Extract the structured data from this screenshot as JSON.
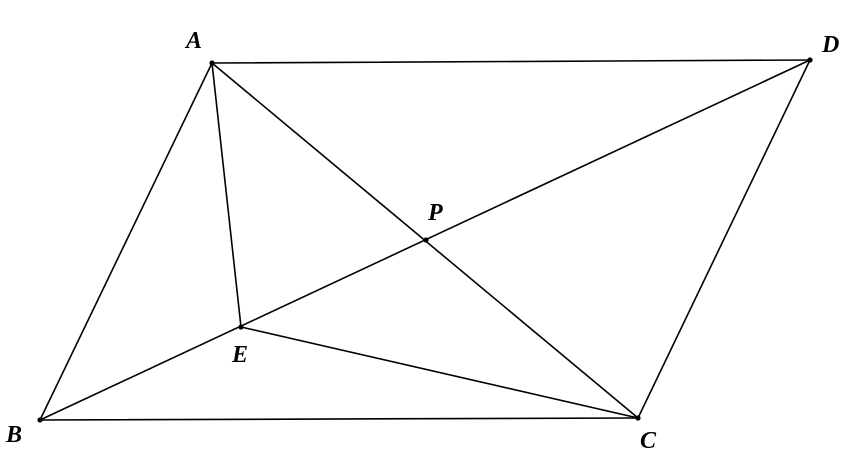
{
  "points": [
    {
      "id": "A",
      "label": "A"
    },
    {
      "id": "B",
      "label": "B"
    },
    {
      "id": "C",
      "label": "C"
    },
    {
      "id": "D",
      "label": "D"
    },
    {
      "id": "P",
      "label": "P"
    },
    {
      "id": "E",
      "label": "E"
    }
  ],
  "segments": [
    [
      "A",
      "D"
    ],
    [
      "A",
      "B"
    ],
    [
      "B",
      "C"
    ],
    [
      "C",
      "D"
    ],
    [
      "A",
      "C"
    ],
    [
      "B",
      "D"
    ],
    [
      "A",
      "E"
    ],
    [
      "E",
      "C"
    ]
  ],
  "colors": {
    "stroke": "#000000",
    "background": "#ffffff"
  }
}
